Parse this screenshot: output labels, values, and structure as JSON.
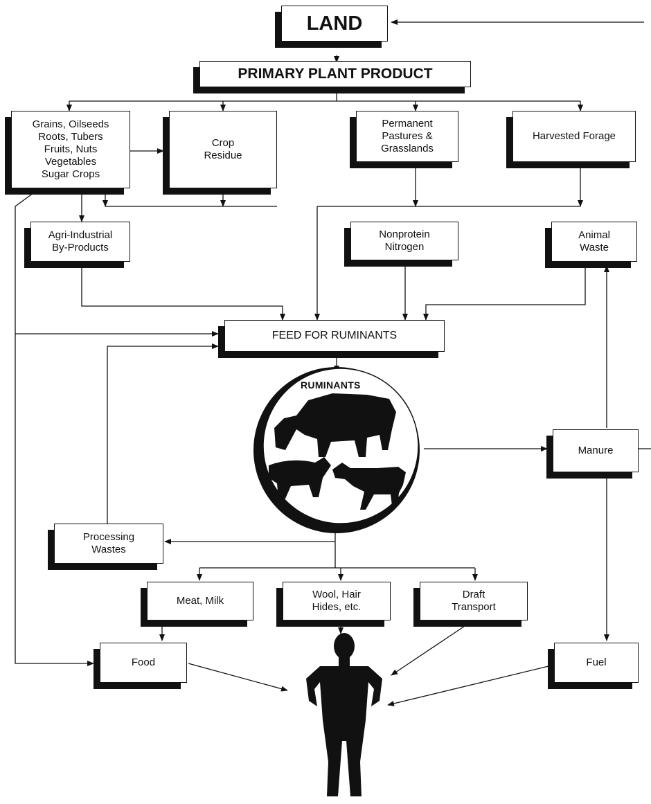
{
  "diagram": {
    "land": "LAND",
    "primary": "PRIMARY PLANT PRODUCT",
    "grains": "Grains, Oilseeds\nRoots, Tubers\nFruits, Nuts\nVegetables\nSugar Crops",
    "crop_residue": "Crop\nResidue",
    "pastures": "Permanent\nPastures &\nGrasslands",
    "harvested_forage": "Harvested Forage",
    "agri_industrial": "Agri-Industrial\nBy-Products",
    "nonprotein_nitrogen": "Nonprotein\nNitrogen",
    "animal_waste": "Animal\nWaste",
    "feed": "FEED FOR RUMINANTS",
    "ruminants": "RUMINANTS",
    "manure": "Manure",
    "processing_wastes": "Processing\nWastes",
    "meat_milk": "Meat, Milk",
    "wool_hair": "Wool, Hair\nHides, etc.",
    "draft": "Draft\nTransport",
    "food": "Food",
    "fuel": "Fuel"
  },
  "colors": {
    "ink": "#111111",
    "paper": "#ffffff"
  },
  "icons": [
    "cow-icon",
    "sheep-icon",
    "goat-icon",
    "human-figure-icon"
  ]
}
